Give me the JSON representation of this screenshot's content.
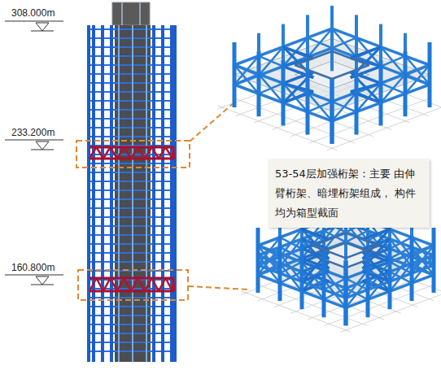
{
  "diagram": {
    "nodes": [
      {
        "text": [
          "53-54层加强桁架：主要 由伸臂桁架、暗埋桁架组成， 构件均为箱型截面"
        ]
      }
    ],
    "labels": [
      "308.000m",
      "233.200m",
      "160.800m"
    ]
  }
}
